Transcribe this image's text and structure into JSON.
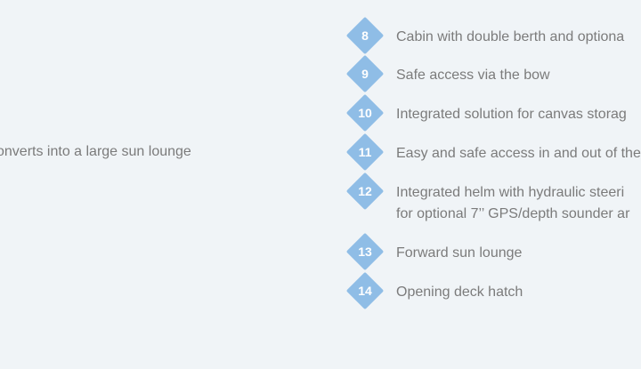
{
  "left_text": "onverts into a large sun lounge",
  "features": [
    {
      "number": "8",
      "lines": [
        "Cabin with double berth and optiona"
      ]
    },
    {
      "number": "9",
      "lines": [
        "Safe access via the bow"
      ]
    },
    {
      "number": "10",
      "lines": [
        "Integrated solution for canvas storag"
      ]
    },
    {
      "number": "11",
      "lines": [
        "Easy and safe access in and out of the"
      ]
    },
    {
      "number": "12",
      "lines": [
        "Integrated helm with hydraulic steeri",
        "for optional 7’’ GPS/depth sounder ar"
      ]
    },
    {
      "number": "13",
      "lines": [
        "Forward sun lounge"
      ]
    },
    {
      "number": "14",
      "lines": [
        "Opening deck hatch"
      ]
    }
  ],
  "colors": {
    "background": "#f0f4f7",
    "marker": "#8fbde6",
    "text": "#7b7b7b"
  }
}
